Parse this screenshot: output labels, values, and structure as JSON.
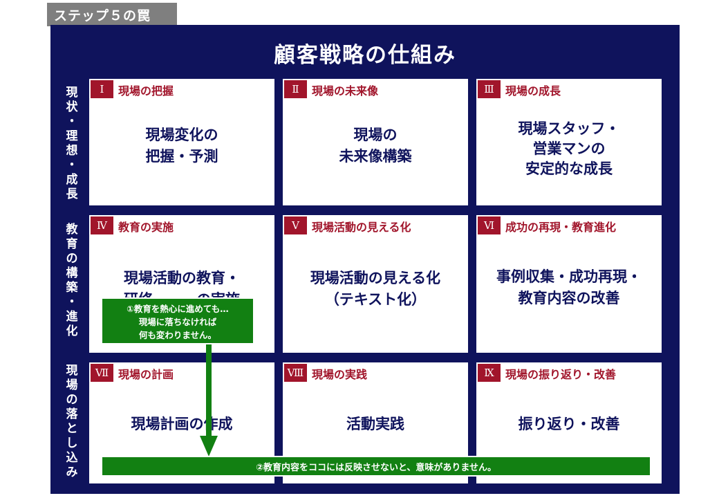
{
  "step_tag": "ステップ５の罠",
  "title": "顧客戦略の仕組み",
  "row_labels": [
    "現状・理想・成長",
    "教育の構築・進化",
    "現場の落とし込み"
  ],
  "cells": [
    {
      "num": "Ⅰ",
      "title": "現場の把握",
      "body": [
        "現場変化の",
        "把握・予測"
      ]
    },
    {
      "num": "Ⅱ",
      "title": "現場の未来像",
      "body": [
        "現場の",
        "未来像構築"
      ]
    },
    {
      "num": "Ⅲ",
      "title": "現場の成長",
      "body": [
        "現場スタッフ・",
        "営業マンの",
        "安定的な成長"
      ]
    },
    {
      "num": "Ⅳ",
      "title": "教育の実施",
      "body": [
        "現場活動の教育・",
        "研修　　　の実施"
      ]
    },
    {
      "num": "Ⅴ",
      "title": "現場活動の見える化",
      "body": [
        "現場活動の見える化",
        "（テキスト化）"
      ]
    },
    {
      "num": "Ⅵ",
      "title": "成功の再現・教育進化",
      "body": [
        "事例収集・成功再現・",
        "教育内容の改善"
      ]
    },
    {
      "num": "Ⅶ",
      "title": "現場の計画",
      "body": [
        "現場計画の作成"
      ]
    },
    {
      "num": "Ⅷ",
      "title": "現場の実践",
      "body": [
        "活動実践"
      ]
    },
    {
      "num": "Ⅸ",
      "title": "現場の振り返り・改善",
      "body": [
        "振り返り・改善"
      ]
    }
  ],
  "note1": [
    "①教育を熱心に進めても…",
    "現場に落ちなければ",
    "何も変わりません。"
  ],
  "note2": "②教育内容をココには反映させないと、意味がありません。",
  "colors": {
    "navy": "#0f135c",
    "crimson": "#a1152b",
    "green": "#128012",
    "gray": "#7f7f7f"
  },
  "icons": {
    "arrow": "down-arrow-icon"
  }
}
